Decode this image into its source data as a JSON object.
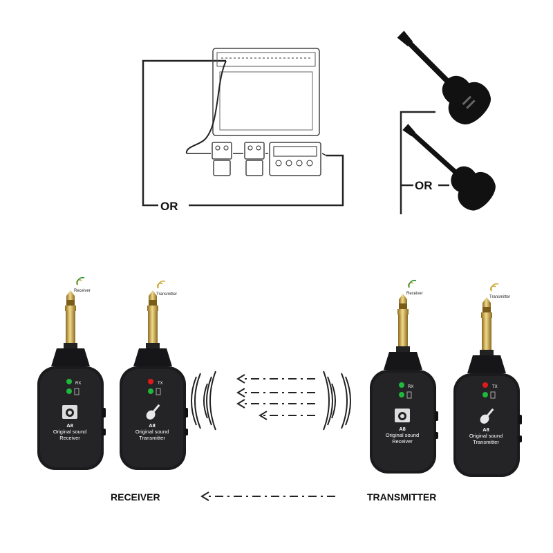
{
  "diagram": {
    "or_label": "OR",
    "receiver_tag": "Receiver",
    "transmitter_tag": "Transmitter",
    "rx_label": "RX",
    "tx_label": "TX",
    "model": "A8",
    "line1": "Original sound",
    "receiver_name": "Receiver",
    "transmitter_name": "Transmitter",
    "bottom_left": "RECEIVER",
    "bottom_right": "TRANSMITTER"
  },
  "colors": {
    "body": "#1b1b1d",
    "gold": "#c9a74f",
    "green_led": "#1fb83a",
    "red_led": "#e01a1a",
    "wifi": "#c7a42a"
  }
}
